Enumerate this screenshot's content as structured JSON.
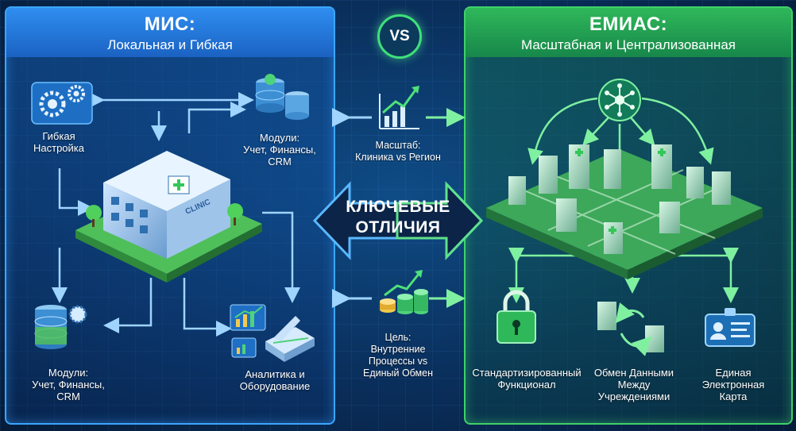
{
  "left_panel": {
    "title": "МИС:",
    "subtitle": "Локальная и Гибкая",
    "items": [
      {
        "lines": [
          "Гибкая",
          "Настройка"
        ]
      },
      {
        "lines": [
          "Модули:",
          "Учет, Финансы,",
          "CRM"
        ]
      },
      {
        "lines": [
          "Модули:",
          "Учет, Финансы,",
          "CRM"
        ]
      },
      {
        "lines": [
          "Аналитика и",
          "Оборудование"
        ]
      }
    ],
    "clinic_sign": "CLINIC"
  },
  "right_panel": {
    "title": "ЕМИАС:",
    "subtitle": "Масштабная и Централизованная",
    "items": [
      {
        "lines": [
          "Стандартизированный",
          "Функционал"
        ]
      },
      {
        "lines": [
          "Обмен Данными",
          "Между",
          "Учреждениями"
        ]
      },
      {
        "lines": [
          "Единая",
          "Электронная",
          "Карта"
        ]
      }
    ]
  },
  "vs": "VS",
  "center": {
    "key_lines": [
      "КЛЮЧЕВЫЕ",
      "ОТЛИЧИЯ"
    ],
    "scale": {
      "lines": [
        "Масштаб:",
        "Клиника vs Регион"
      ]
    },
    "goal": {
      "lines": [
        "Цель:",
        "Внутренние",
        "Процессы vs",
        "Единый Обмен"
      ]
    }
  },
  "colors": {
    "mis_accent": "#3aa6ff",
    "emias_accent": "#3fd16a",
    "background": "#0a2f5c"
  },
  "icons": [
    "gears-icon",
    "database-coin-icon",
    "clinic-building-icon",
    "analytics-chart-icon",
    "scanner-icon",
    "network-hub-icon",
    "city-icon",
    "padlock-icon",
    "data-exchange-icon",
    "id-card-icon",
    "growth-chart-icon",
    "coins-growth-icon"
  ]
}
